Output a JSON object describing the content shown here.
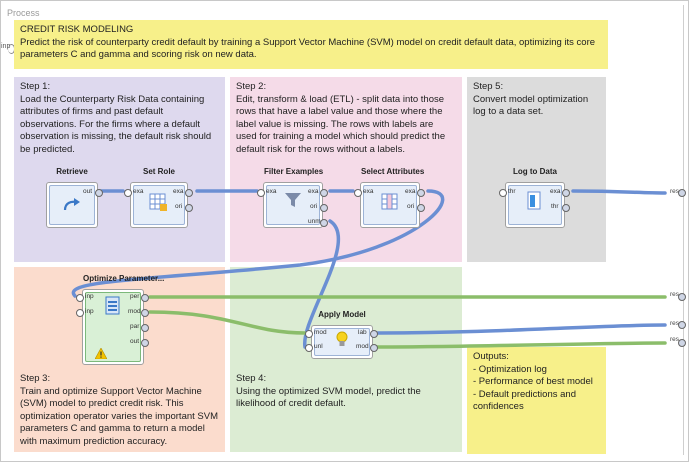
{
  "process_label": "Process",
  "inp_label": "inp",
  "header_note": {
    "title": "CREDIT RISK MODELING",
    "body": "Predict the risk of counterparty credit default by training a Support Vector Machine (SVM) model on credit default data, optimizing its core parameters C and gamma and scoring risk on new data."
  },
  "step1": {
    "title": "Step 1:",
    "body": "Load the Counterparty Risk Data containing attributes of firms and past default observations. For the firms where a default observation is missing, the default risk should be predicted."
  },
  "step2": {
    "title": "Step 2:",
    "body": "Edit, transform & load (ETL) - split data into those rows that have a label value and those where the label value is missing. The rows with labels are used for training a model which should predict the default risk for the rows without a labels."
  },
  "step5": {
    "title": "Step 5:",
    "body": "Convert model optimization log to a data set."
  },
  "step3": {
    "title": "Step 3:",
    "body": "Train and optimize Support Vector Machine (SVM) model to predict credit risk. This optimization operator varies the important SVM parameters C and gamma to return a model with maximum prediction accuracy."
  },
  "step4": {
    "title": "Step 4:",
    "body": "Using the optimized SVM model, predict the likelihood of credit default."
  },
  "outputs": {
    "title": "Outputs:",
    "items": [
      "- Optimization log",
      "- Performance of best model",
      "- Default predictions and confidences"
    ]
  },
  "operators": {
    "retrieve": {
      "title": "Retrieve",
      "ports_out": [
        "out"
      ]
    },
    "set_role": {
      "title": "Set Role",
      "ports_in": [
        "exa"
      ],
      "ports_out": [
        "exa",
        "ori"
      ]
    },
    "filter_examples": {
      "title": "Filter Examples",
      "ports_in": [
        "exa"
      ],
      "ports_out": [
        "exa",
        "ori",
        "unm"
      ]
    },
    "select_attributes": {
      "title": "Select Attributes",
      "ports_in": [
        "exa"
      ],
      "ports_out": [
        "exa",
        "ori"
      ]
    },
    "log_to_data": {
      "title": "Log to Data",
      "ports_in": [
        "thr"
      ],
      "ports_out": [
        "exa",
        "thr"
      ]
    },
    "optimize_parameters": {
      "title": "Optimize Parameter...",
      "ports_in": [
        "inp",
        "inp"
      ],
      "ports_out": [
        "per",
        "mod",
        "par",
        "out"
      ]
    },
    "apply_model": {
      "title": "Apply Model",
      "ports_in": [
        "mod",
        "unl"
      ],
      "ports_out": [
        "lab",
        "mod"
      ]
    }
  },
  "results": [
    "res",
    "res",
    "res",
    "res"
  ],
  "colors": {
    "yellow_note": "#f7f08a",
    "purple_note": "#ded9ee",
    "pink_note": "#f5dbe8",
    "grey_note": "#dcdcdc",
    "salmon_note": "#fbdccd",
    "green_note": "#dcecd3",
    "example_set_wire": "#6b8fd3",
    "model_wire": "#8bbd6a",
    "log_wire": "#d2d2d2"
  }
}
